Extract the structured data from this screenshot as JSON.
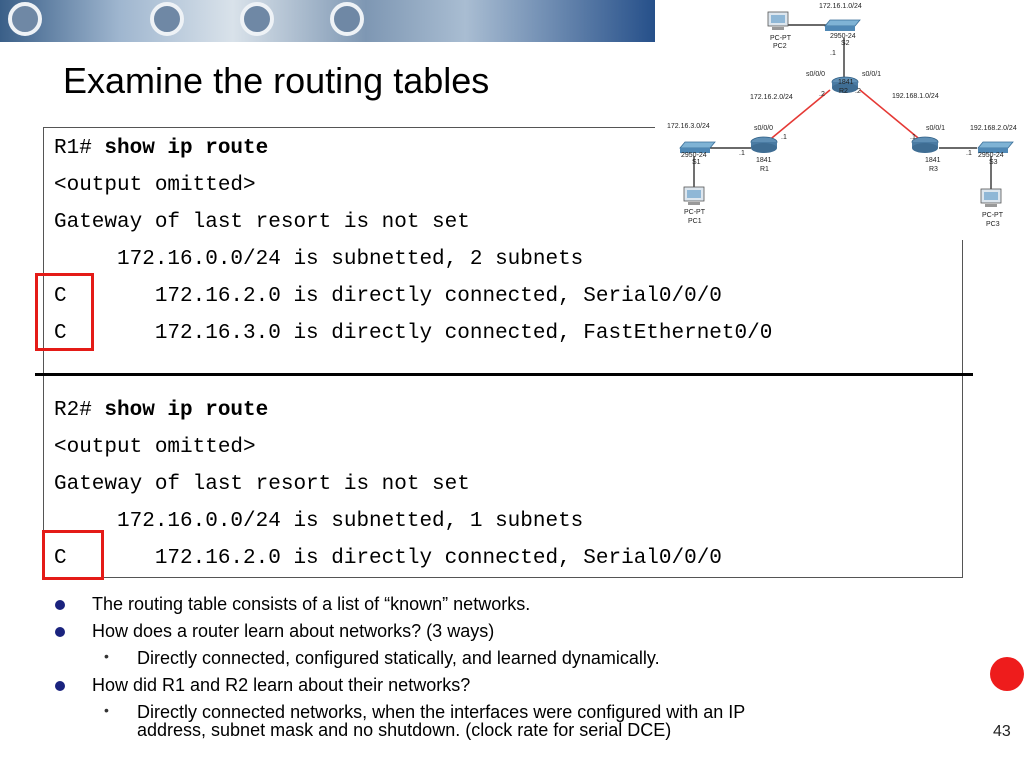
{
  "slide": {
    "title": "Examine the routing tables",
    "page_number": "43"
  },
  "r1": {
    "prompt": "R1#",
    "command": " show ip route",
    "lines": [
      "<output omitted>",
      "Gateway of last resort is not set",
      "     172.16.0.0/24 is subnetted, 2 subnets",
      "C       172.16.2.0 is directly connected, Serial0/0/0",
      "C       172.16.3.0 is directly connected, FastEthernet0/0"
    ]
  },
  "r2": {
    "prompt": "R2#",
    "command": " show ip route",
    "lines": [
      "<output omitted>",
      "Gateway of last resort is not set",
      "     172.16.0.0/24 is subnetted, 1 subnets",
      "C       172.16.2.0 is directly connected, Serial0/0/0"
    ]
  },
  "bullets": [
    "The routing table consists of a list of “known” networks.",
    "How does a router learn about networks? (3 ways)",
    "Directly connected, configured statically, and learned dynamically.",
    "How did R1 and R2 learn about their networks?",
    "Directly connected networks, when the interfaces were configured with an IP",
    "address, subnet mask and no shutdown. (clock rate for serial DCE)"
  ],
  "topology": {
    "net_top": "172.16.1.0/24",
    "s2_model": "2950-24",
    "s2_name": "S2",
    "pc2_type": "PC-PT",
    "pc2_name": "PC2",
    "r2_s000": "s0/0/0",
    "r2_s001": "s0/0/1",
    "r2_model": "1841",
    "r2_name": "R2",
    "r2_dot1": ".1",
    "r2_dot2a": ".2",
    "r2_dot2b": ".2",
    "net_left": "172.16.2.0/24",
    "net_right": "192.168.1.0/24",
    "net_s1": "172.16.3.0/24",
    "net_s3": "192.168.2.0/24",
    "r1_s000": "s0/0/0",
    "r1_dot1a": ".1",
    "r1_dot1b": ".1",
    "r1_model": "1841",
    "r1_name": "R1",
    "s1_model": "2950-24",
    "s1_name": "S1",
    "pc1_type": "PC-PT",
    "pc1_name": "PC1",
    "r3_s001": "s0/0/1",
    "r3_dot1a": ".1",
    "r3_dot1b": ".1",
    "r3_model": "1841",
    "r3_name": "R3",
    "s3_model": "2950-24",
    "s3_name": "S3",
    "pc3_type": "PC-PT",
    "pc3_name": "PC3"
  },
  "colors": {
    "highlight": "#e41b17",
    "bullet": "#1a237e",
    "serial_link": "#e53935"
  }
}
